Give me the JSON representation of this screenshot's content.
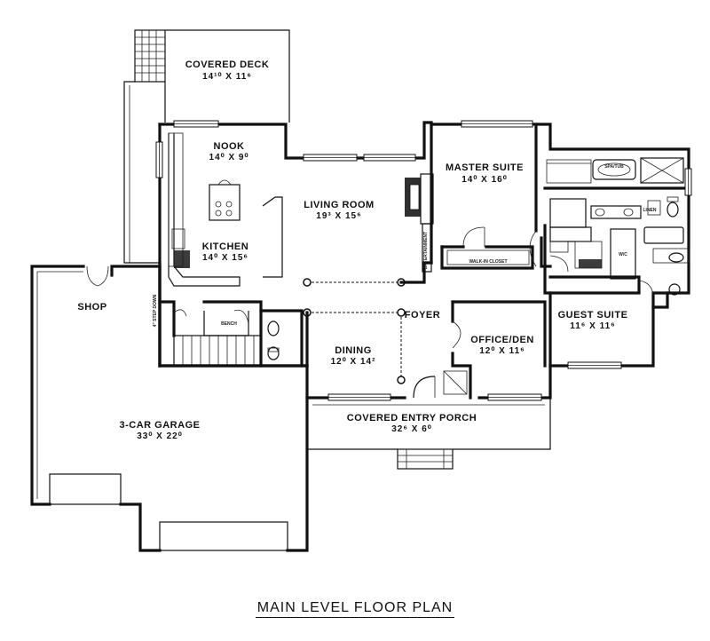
{
  "plan_title": "MAIN LEVEL FLOOR PLAN",
  "rooms": {
    "covered_deck": {
      "name": "COVERED DECK",
      "dim": "14¹⁰ X 11⁶"
    },
    "nook": {
      "name": "NOOK",
      "dim": "14⁰ X 9⁰"
    },
    "living_room": {
      "name": "LIVING ROOM",
      "dim": "19³ X 15⁶"
    },
    "master_suite": {
      "name": "MASTER SUITE",
      "dim": "14⁰ X 16⁰"
    },
    "kitchen": {
      "name": "KITCHEN",
      "dim": "14⁰ X 15⁶"
    },
    "shop": {
      "name": "SHOP"
    },
    "foyer": {
      "name": "FOYER"
    },
    "dining": {
      "name": "DINING",
      "dim": "12⁰ X 14²"
    },
    "office_den": {
      "name": "OFFICE/DEN",
      "dim": "12⁰ X 11⁶"
    },
    "guest_suite": {
      "name": "GUEST SUITE",
      "dim": "11⁶ X 11⁶"
    },
    "garage": {
      "name": "3-CAR GARAGE",
      "dim": "33⁰ X 22⁰"
    },
    "porch": {
      "name": "COVERED ENTRY PORCH",
      "dim": "32⁶ X 6⁰"
    }
  },
  "small_labels": {
    "walk_in_closet": "WALK-IN CLOSET",
    "entertainment": "ENTERTAINMENT",
    "linen": "LINEN",
    "whc": "W/C",
    "bench": "BENCH",
    "step_down": "4\" STEP DOWN",
    "spa_tub": "SPA/TUB"
  }
}
